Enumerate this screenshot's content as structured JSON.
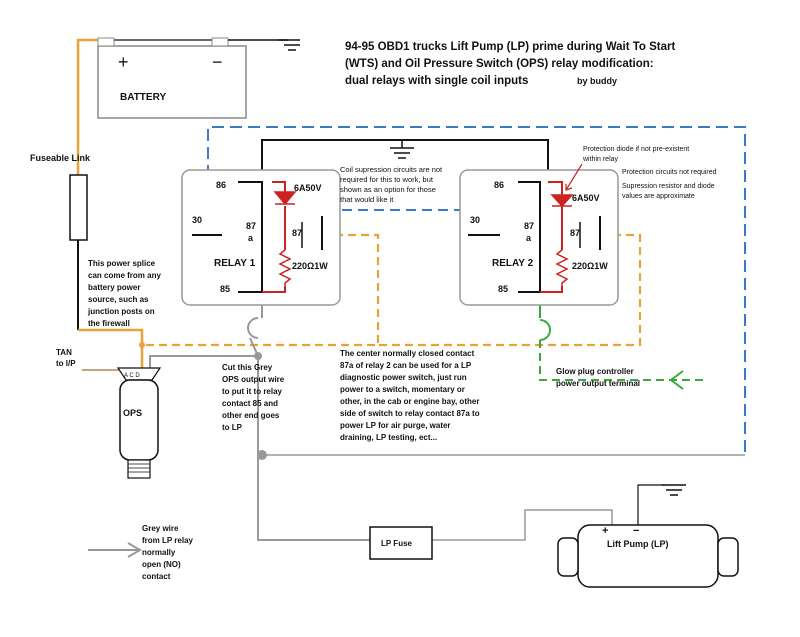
{
  "title": {
    "line1": "94-95 OBD1 trucks Lift Pump (LP) prime during Wait To Start",
    "line2": "(WTS) and Oil Pressure Switch (OPS) relay modification:",
    "line3": "dual relays with single coil inputs",
    "byline": "by buddy"
  },
  "battery": {
    "label": "BATTERY",
    "plus": "+",
    "minus": "−"
  },
  "fuseable_link": "Fuseable Link",
  "relay1": {
    "name": "RELAY 1",
    "pin86": "86",
    "pin30": "30",
    "pin87a": "87",
    "pin87a_sub": "a",
    "pin87": "87",
    "pin85": "85",
    "diode": "6A50V",
    "resistor": "220Ω1W"
  },
  "relay2": {
    "name": "RELAY 2",
    "pin86": "86",
    "pin30": "30",
    "pin87a": "87",
    "pin87a_sub": "a",
    "pin87": "87",
    "pin85": "85",
    "diode": "6A50V",
    "resistor": "220Ω1W"
  },
  "notes": {
    "coil_suppression": [
      "Coil supression circuits are not",
      "required for this to work, but",
      "shown as an option for those",
      "that would like it"
    ],
    "protection_diode": [
      "Protection diode if not pre-existent",
      "within relay"
    ],
    "protection_circuits": "Protection circuits not required",
    "values_approx": [
      "Supression resistor and diode",
      "values are approximate"
    ],
    "power_splice": [
      "This power splice",
      "can come from any",
      "battery power",
      "source, such as",
      "junction posts on",
      "the firewall"
    ],
    "tan": [
      "TAN",
      "to I/P"
    ],
    "cut_grey": [
      "Cut this Grey",
      "OPS output wire",
      "to put it to relay",
      "contact 85 and",
      "other end goes",
      "to LP"
    ],
    "center_nc": [
      "The center normally closed contact",
      "87a of relay 2 can be used for a LP",
      "diagnostic power switch, just run",
      "power to a switch, momentary or",
      "other, in the cab or engine bay, other",
      "side of switch to relay contact 87a to",
      "power LP for air purge, water",
      "draining, LP testing, ect..."
    ],
    "glow_plug": [
      "Glow plug controller",
      "power output terminal"
    ],
    "grey_wire": [
      "Grey wire",
      "from LP relay",
      "normally",
      "open (NO)",
      "contact"
    ]
  },
  "ops": {
    "label": "OPS",
    "pins": "A C D"
  },
  "lp_fuse": "LP Fuse",
  "lift_pump": {
    "label": "Lift Pump (LP)",
    "plus": "+",
    "minus": "−"
  },
  "colors": {
    "orange": "#e8a23a",
    "blue": "#3a7ac8",
    "red": "#cc2222",
    "green": "#3aa83a",
    "grey": "#999999",
    "black": "#111111"
  }
}
